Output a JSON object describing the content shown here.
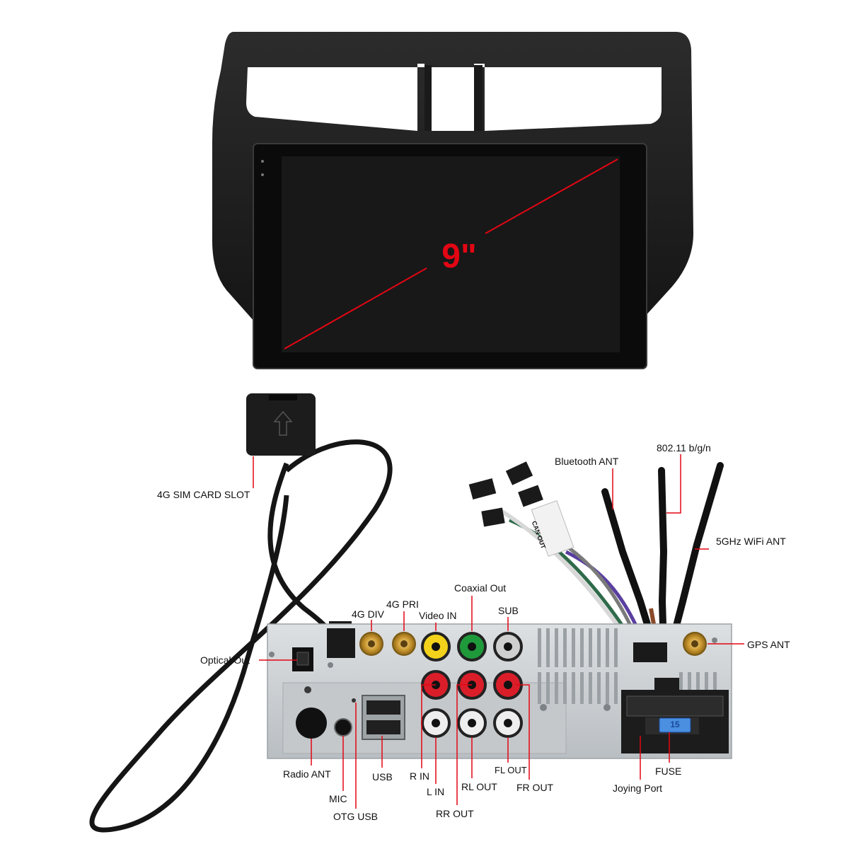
{
  "screen": {
    "size_label": "9\""
  },
  "labels": {
    "sim_card_slot": "4G SIM CARD SLOT",
    "bluetooth_ant": "Bluetooth ANT",
    "wifi_80211": "802.11 b/g/n",
    "wifi_5ghz": "5GHz WiFi ANT",
    "coaxial_out": "Coaxial Out",
    "four_g_pri": "4G PRI",
    "four_g_div": "4G DIV",
    "video_in": "Video IN",
    "sub": "SUB",
    "gps_ant": "GPS ANT",
    "optical_out": "Optical Out",
    "radio_ant": "Radio ANT",
    "mic": "MIC",
    "otg_usb": "OTG USB",
    "usb": "USB",
    "r_in": "R IN",
    "l_in": "L IN",
    "rr_out": "RR OUT",
    "rl_out": "RL OUT",
    "fl_out": "FL OUT",
    "fr_out": "FR OUT",
    "joying_port": "Joying Port",
    "fuse": "FUSE",
    "fuse_rating": "15",
    "can_out": "CAN OUT"
  },
  "colors": {
    "accent_red": "#e30613",
    "frame": "#1e1e1e",
    "screen": "#151515",
    "chassis": "#cfd3d6",
    "video_yellow": "#f2d21b",
    "coax_green": "#1f9a3b",
    "fuse_blue": "#4a8fe0"
  }
}
